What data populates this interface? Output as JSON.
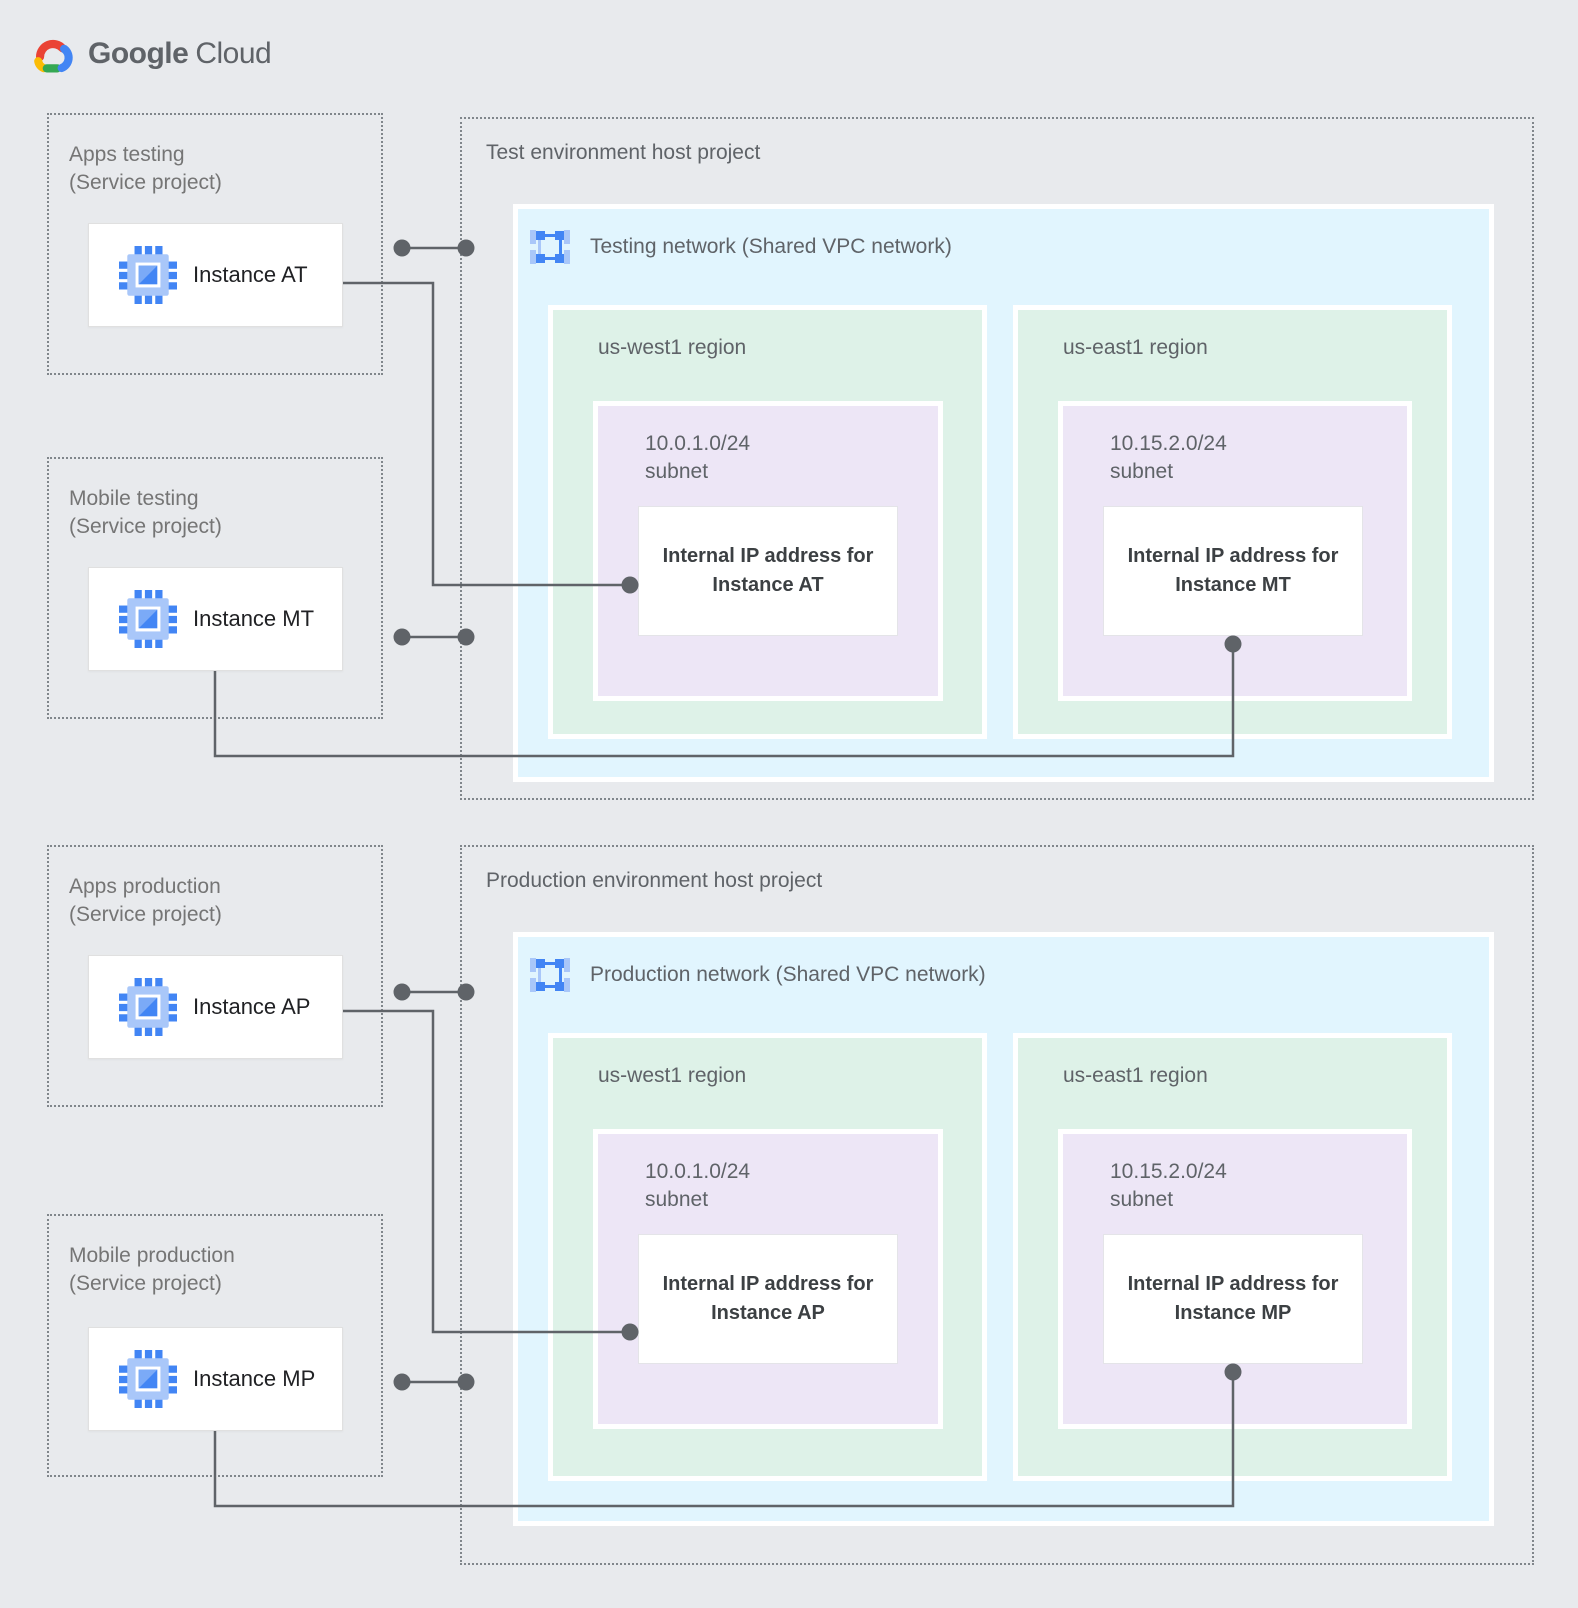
{
  "logo": {
    "brand": "Google",
    "product": "Cloud"
  },
  "sections": {
    "test": {
      "service_projects": [
        {
          "label": "Apps testing",
          "sublabel": "(Service project)",
          "instance_label": "Instance AT"
        },
        {
          "label": "Mobile testing",
          "sublabel": "(Service project)",
          "instance_label": "Instance MT"
        }
      ],
      "host_project": {
        "title": "Test environment host project",
        "network_label": "Testing network (Shared VPC network)",
        "regions": [
          {
            "name": "us-west1 region",
            "cidr": "10.0.1.0/24",
            "cidr_suffix": "subnet",
            "ip_line1": "Internal IP address for",
            "ip_line2": "Instance AT"
          },
          {
            "name": "us-east1 region",
            "cidr": "10.15.2.0/24",
            "cidr_suffix": "subnet",
            "ip_line1": "Internal IP address for",
            "ip_line2": "Instance MT"
          }
        ]
      }
    },
    "production": {
      "service_projects": [
        {
          "label": "Apps production",
          "sublabel": "(Service project)",
          "instance_label": "Instance AP"
        },
        {
          "label": "Mobile production",
          "sublabel": "(Service project)",
          "instance_label": "Instance MP"
        }
      ],
      "host_project": {
        "title": "Production environment host project",
        "network_label": "Production network (Shared VPC network)",
        "regions": [
          {
            "name": "us-west1 region",
            "cidr": "10.0.1.0/24",
            "cidr_suffix": "subnet",
            "ip_line1": "Internal IP address for",
            "ip_line2": "Instance AP"
          },
          {
            "name": "us-east1 region",
            "cidr": "10.15.2.0/24",
            "cidr_suffix": "subnet",
            "ip_line1": "Internal IP address for",
            "ip_line2": "Instance MP"
          }
        ]
      }
    }
  },
  "colors": {
    "background": "#E8EAED",
    "network_fill": "#E1F5FE",
    "region_fill": "#DEF2E8",
    "subnet_fill": "#EDE6F6",
    "connector": "#5F6368",
    "dashed_border": "#80868B",
    "brand_blue": "#4285F4",
    "brand_light_blue": "#A9C7F9",
    "brand_red": "#EA4335",
    "brand_yellow": "#FBBC05",
    "brand_green": "#34A853"
  }
}
